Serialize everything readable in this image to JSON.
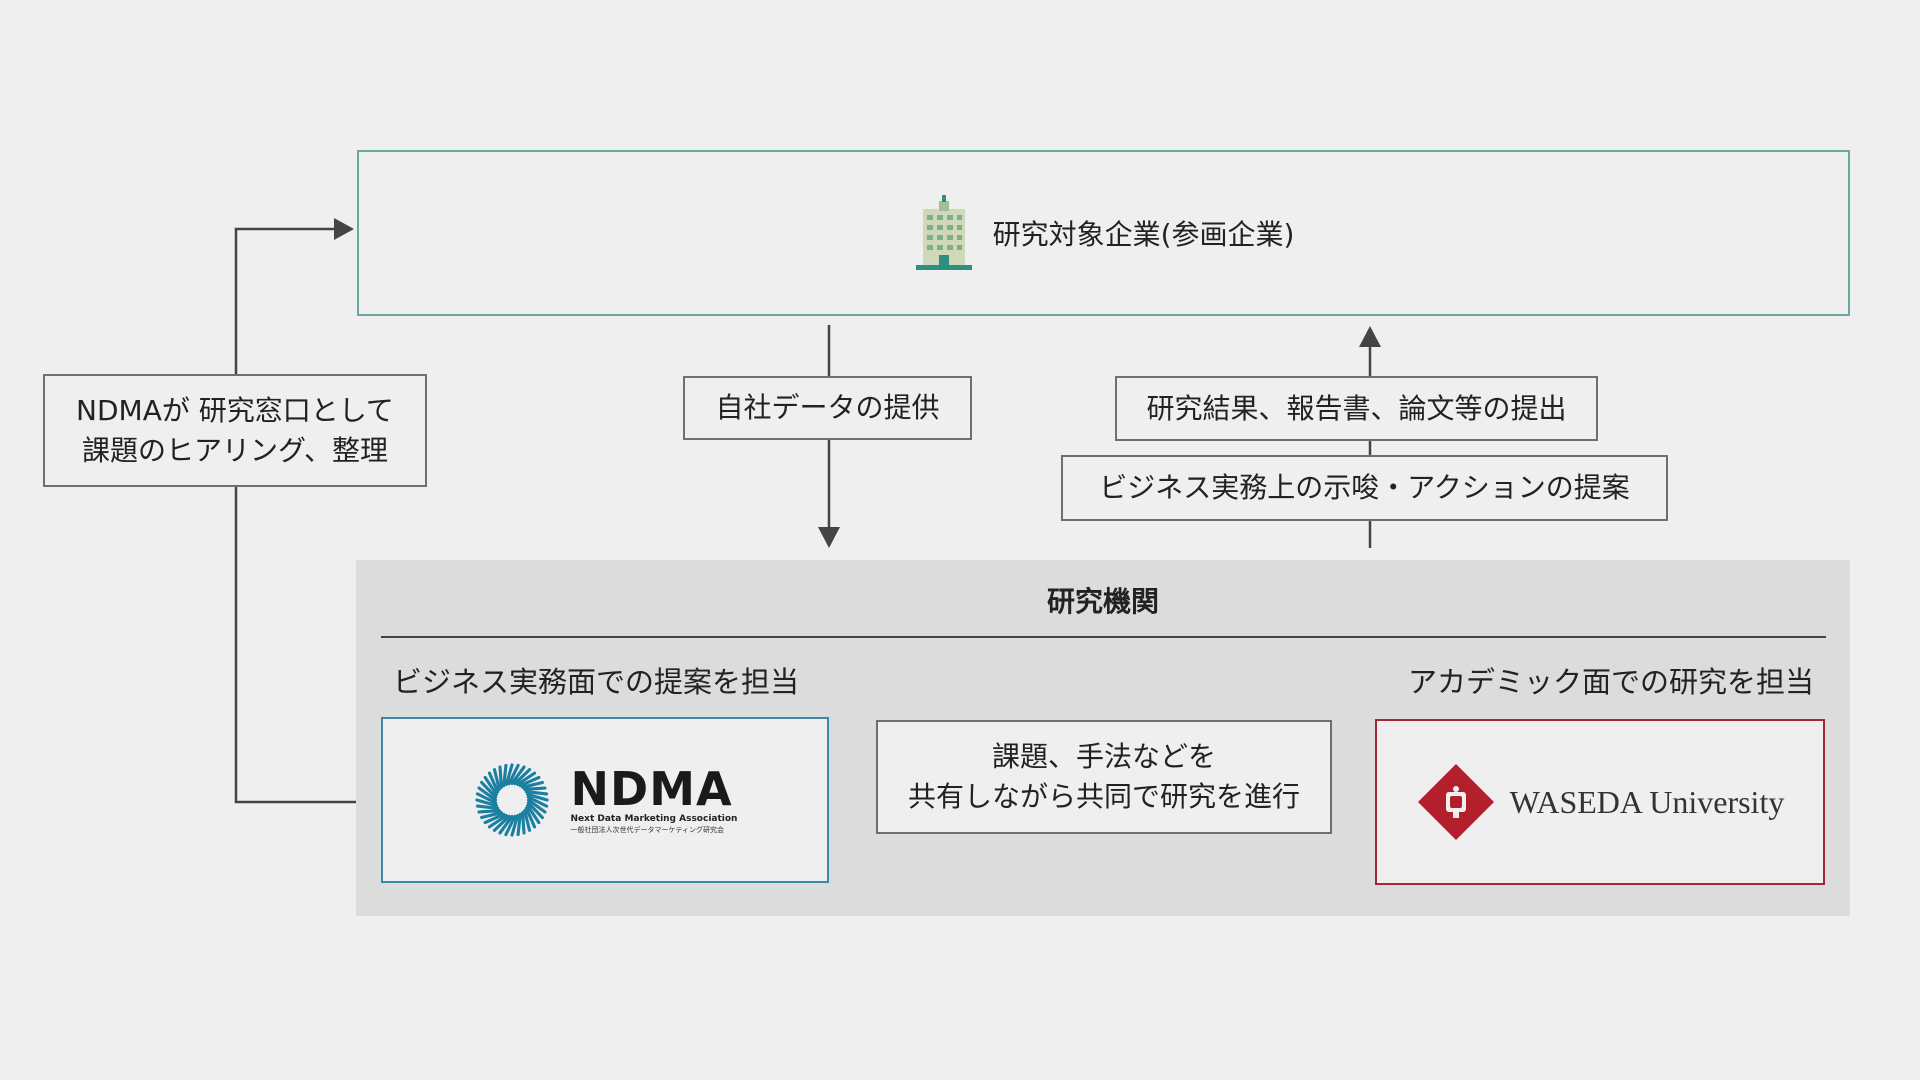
{
  "company": {
    "icon": "building-icon",
    "label": "研究対象企業(参画企業)"
  },
  "ndma_contact_label": {
    "line1": "NDMAが 研究窓口として",
    "line2": "課題のヒアリング、整理"
  },
  "data_provision_label": "自社データの提供",
  "results_label": "研究結果、報告書、論文等の提出",
  "suggestion_label": "ビジネス実務上の示唆・アクションの提案",
  "research_institute": {
    "title": "研究機関",
    "left_role": "ビジネス実務面での提案を担当",
    "right_role": "アカデミック面での研究を担当",
    "shared_label": {
      "line1": "課題、手法などを",
      "line2": "共有しながら共同で研究を進行"
    },
    "ndma": {
      "logo": "ndma-burst-logo",
      "name": "NDMA",
      "subtitle": "Next Data Marketing Association",
      "japanese": "一般社団法人次世代データマーケティング研究会"
    },
    "waseda": {
      "logo": "waseda-emblem",
      "name": "WASEDA University"
    }
  },
  "colors": {
    "company_border": "#6aa8a2",
    "ndma_border": "#3b88a8",
    "ndma_logo": "#1a7fa0",
    "waseda_border": "#a12838",
    "waseda_red": "#b3202c",
    "panel_bg": "#dcdcdc",
    "page_bg": "#efefef",
    "arrow": "#444444"
  }
}
